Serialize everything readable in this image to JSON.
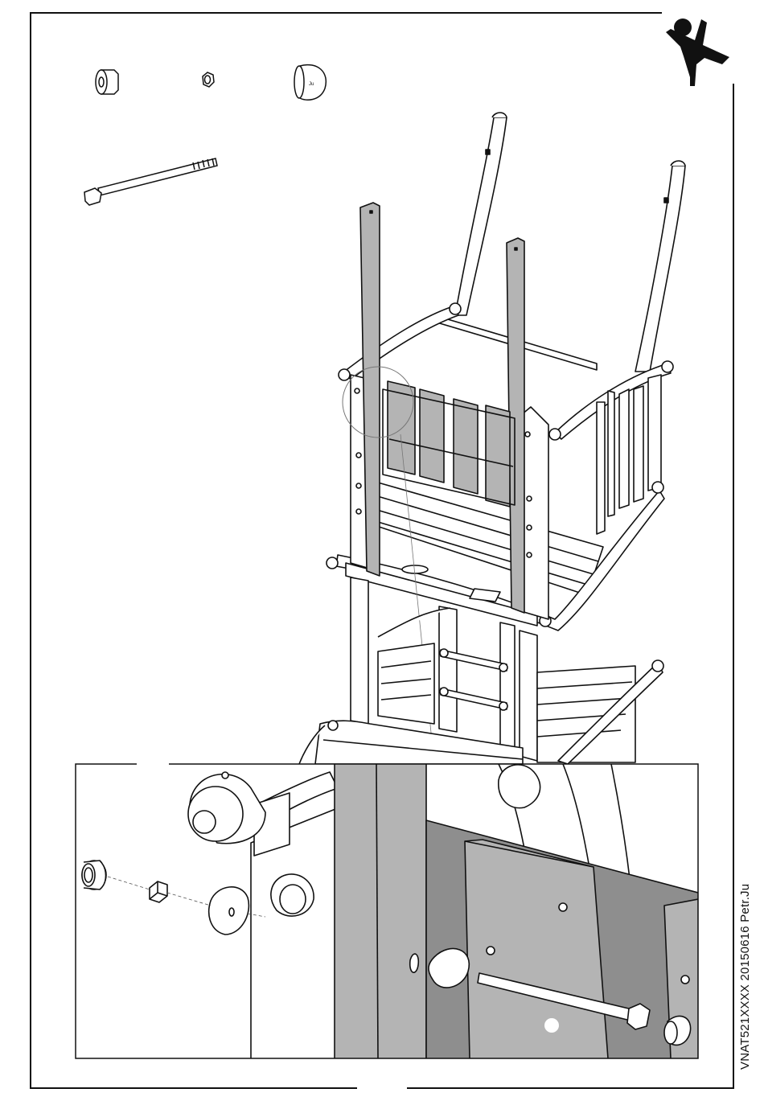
{
  "document": {
    "code": "VNAT521XXXX 20150616 Petr.Ju"
  },
  "brand": {
    "logo_icon": "jumping-person-logo"
  },
  "parts": [
    {
      "name": "cap-nut-small",
      "icon": "cap-nut-icon"
    },
    {
      "name": "hex-nut",
      "icon": "hex-nut-icon"
    },
    {
      "name": "dome-cap-nut",
      "icon": "dome-cap-icon"
    },
    {
      "name": "hex-bolt",
      "icon": "bolt-icon"
    }
  ],
  "colors": {
    "line": "#111111",
    "highlight_wood": "#b4b4b4",
    "dark_wood": "#8e8e8e",
    "paper": "#ffffff"
  }
}
